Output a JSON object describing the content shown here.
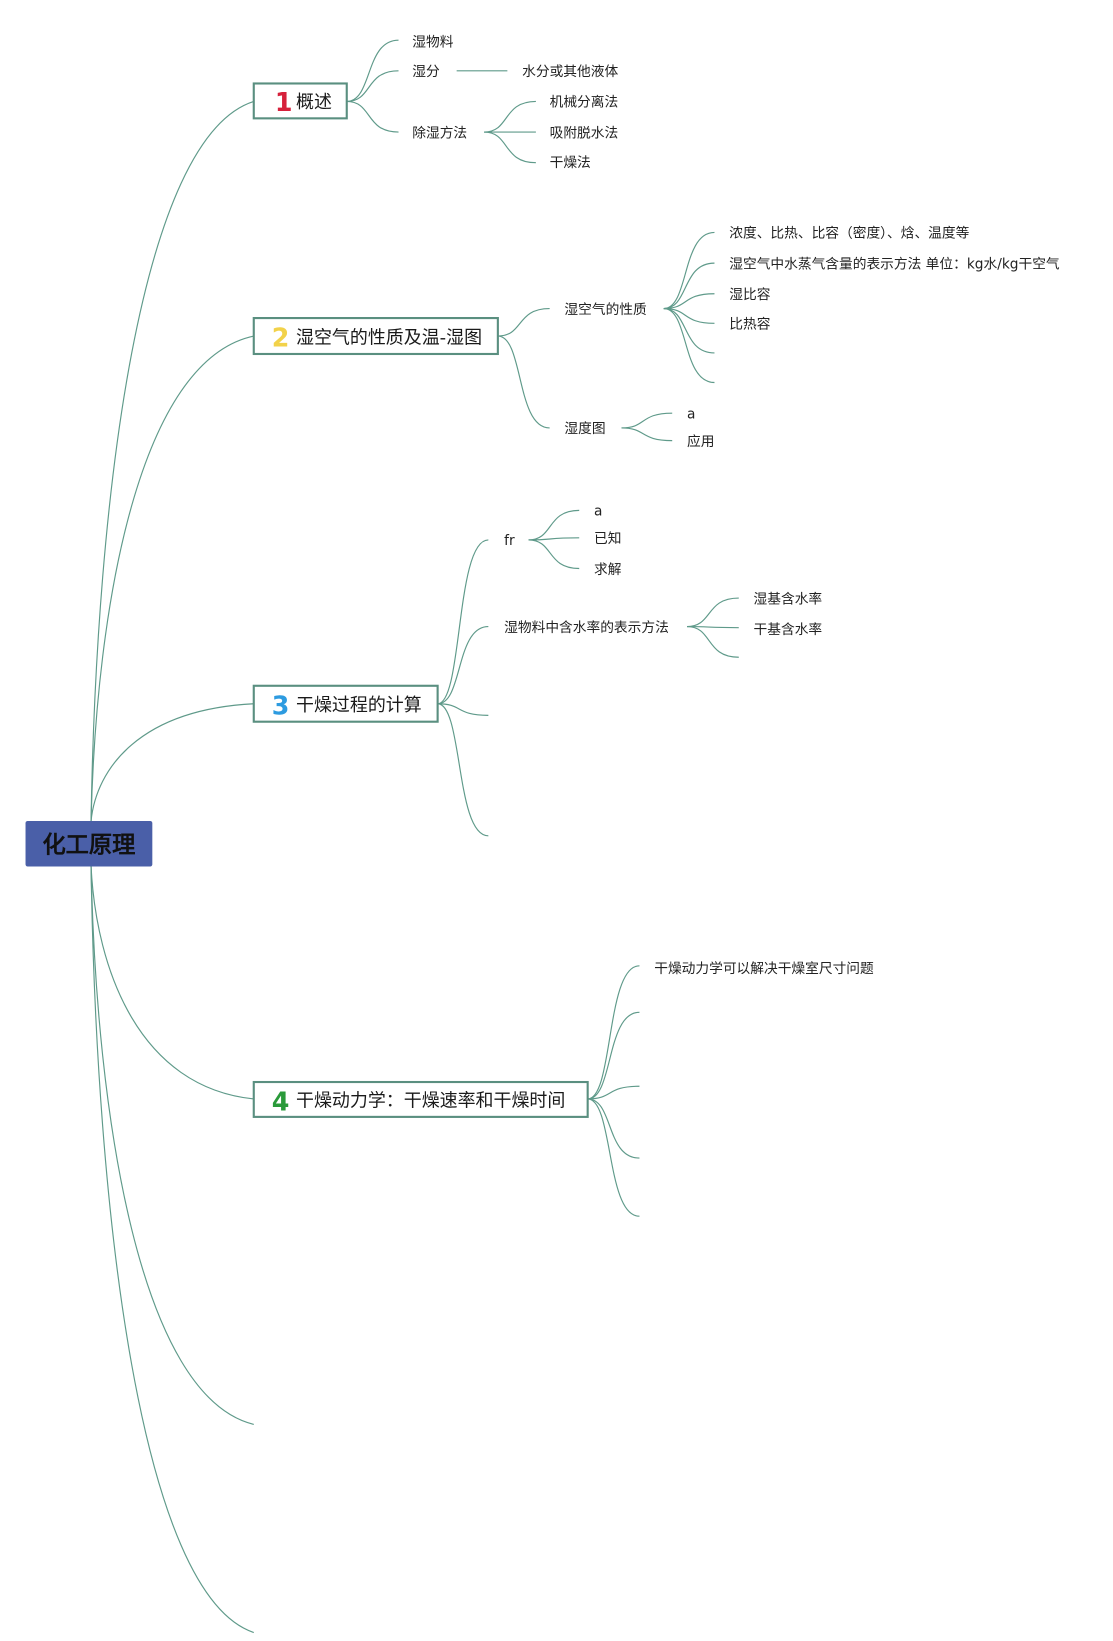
{
  "root": {
    "label": "化工原理",
    "color": "#4a5fa8"
  },
  "edge_color": "#5f9a8a",
  "topics": [
    {
      "number": "1",
      "number_color": "#d6213b",
      "label": "概述",
      "children": [
        {
          "label": "湿物料",
          "children": []
        },
        {
          "label": "湿分",
          "children": [
            {
              "label": "水分或其他液体"
            }
          ]
        },
        {
          "label": "除湿方法",
          "children": [
            {
              "label": "机械分离法"
            },
            {
              "label": "吸附脱水法"
            },
            {
              "label": "干燥法"
            }
          ]
        }
      ]
    },
    {
      "number": "2",
      "number_color": "#f2d24a",
      "label": "湿空气的性质及温-湿图",
      "children": [
        {
          "label": "湿空气的性质",
          "children": [
            {
              "label": "浓度、比热、比容（密度）、焓、温度等"
            },
            {
              "label": "湿空气中水蒸气含量的表示方法 单位：kg水/kg干空气"
            },
            {
              "label": "湿比容"
            },
            {
              "label": "比热容"
            },
            {
              "label": ""
            },
            {
              "label": ""
            }
          ]
        },
        {
          "label": "湿度图",
          "children": [
            {
              "label": "a"
            },
            {
              "label": "应用"
            }
          ]
        }
      ]
    },
    {
      "number": "3",
      "number_color": "#2d9be0",
      "label": "干燥过程的计算",
      "children": [
        {
          "label": "fr",
          "children": [
            {
              "label": "a"
            },
            {
              "label": "已知"
            },
            {
              "label": "求解"
            }
          ]
        },
        {
          "label": "湿物料中含水率的表示方法",
          "children": [
            {
              "label": "湿基含水率"
            },
            {
              "label": "干基含水率"
            },
            {
              "label": ""
            }
          ]
        },
        {
          "label": "",
          "children": []
        },
        {
          "label": "",
          "children": []
        }
      ]
    },
    {
      "number": "4",
      "number_color": "#2a9a3a",
      "label": "干燥动力学：干燥速率和干燥时间",
      "children": [
        {
          "label": "干燥动力学可以解决干燥室尺寸问题"
        },
        {
          "label": ""
        },
        {
          "label": ""
        },
        {
          "label": ""
        },
        {
          "label": ""
        }
      ]
    },
    {
      "number": "",
      "label": "",
      "children": []
    },
    {
      "number": "",
      "label": "",
      "children": []
    }
  ]
}
